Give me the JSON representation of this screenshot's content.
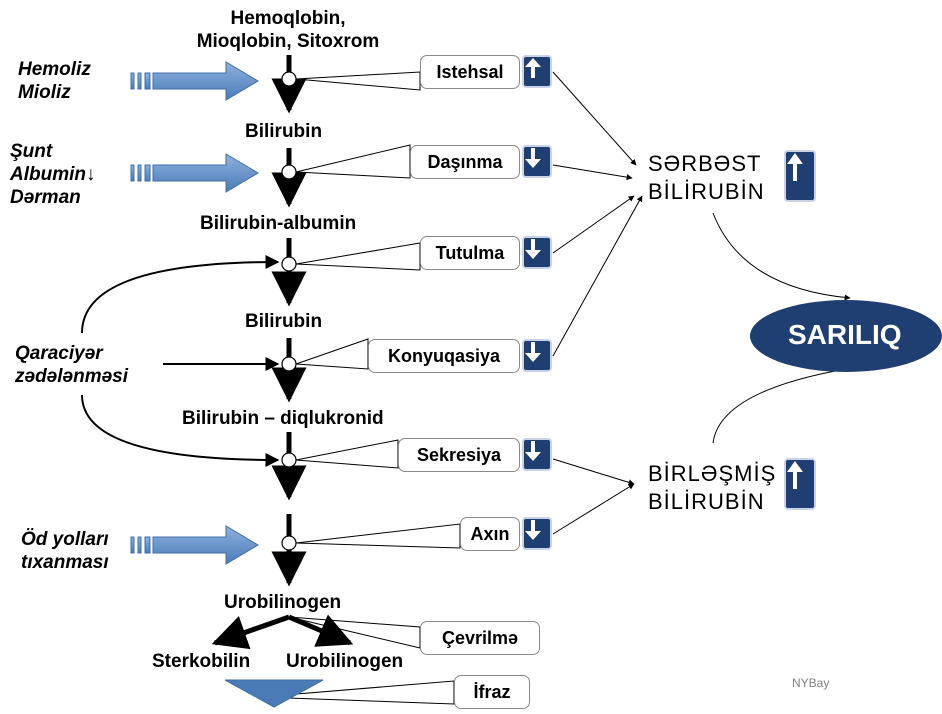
{
  "top_precursors": "Hemoqlobin,\nMioqlobin, Sitoxrom",
  "intermediates": {
    "i1": "Bilirubin",
    "i2": "Bilirubin-albumin",
    "i3": "Bilirubin",
    "i4": "Bilirubin – diqlukronid",
    "i5": "Urobilinogen",
    "left_product": "Sterkobilin",
    "right_product": "Urobilinogen"
  },
  "causes": {
    "hemoliz": "Hemoliz\nMioliz",
    "sunt": "Şunt\nAlbumin↓\nDərman",
    "qaraciyer": "Qaraciyər\nzədələnməsi",
    "od_yollari": "Öd yolları\ntıxanması"
  },
  "processes": [
    {
      "label": "Istehsal",
      "arrow": "up"
    },
    {
      "label": "Daşınma",
      "arrow": "down"
    },
    {
      "label": "Tutulma",
      "arrow": "down"
    },
    {
      "label": "Konyuqasiya",
      "arrow": "down"
    },
    {
      "label": "Sekresiya",
      "arrow": "down"
    },
    {
      "label": "Axın",
      "arrow": "down"
    }
  ],
  "end_processes": {
    "cevrilme": "Çevrilmə",
    "ifraz": "İfraz"
  },
  "outcomes": {
    "free": {
      "label": "SƏRBƏST\nBİLİRUBİN",
      "arrow": "up"
    },
    "conjugated": {
      "label": "BİRLƏŞMİŞ\nBİLİRUBİN",
      "arrow": "up"
    },
    "final": "SARILIQ"
  },
  "watermark": "NYBay",
  "colors": {
    "badge": "#1f3e72",
    "cause_arrow": "#4f81bd",
    "oval": "#1f3e72"
  }
}
